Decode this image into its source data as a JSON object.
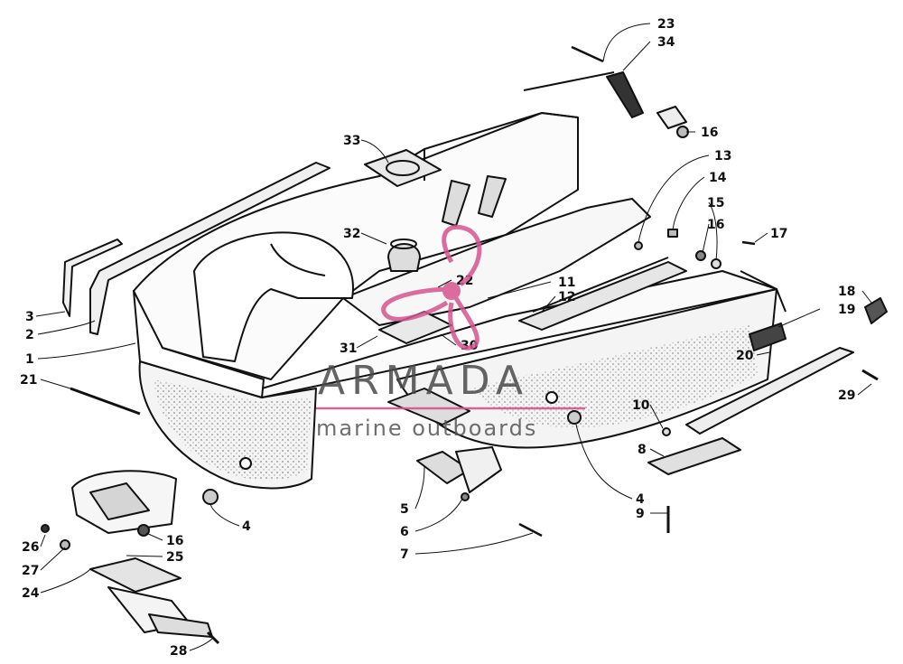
{
  "diagram": {
    "callouts": [
      {
        "id": "c23",
        "label": "23"
      },
      {
        "id": "c34",
        "label": "34"
      },
      {
        "id": "c16a",
        "label": "16"
      },
      {
        "id": "c33",
        "label": "33"
      },
      {
        "id": "c13",
        "label": "13"
      },
      {
        "id": "c14",
        "label": "14"
      },
      {
        "id": "c15",
        "label": "15"
      },
      {
        "id": "c16b",
        "label": "16"
      },
      {
        "id": "c17",
        "label": "17"
      },
      {
        "id": "c32",
        "label": "32"
      },
      {
        "id": "c22",
        "label": "22"
      },
      {
        "id": "c11",
        "label": "11"
      },
      {
        "id": "c12",
        "label": "12"
      },
      {
        "id": "c18",
        "label": "18"
      },
      {
        "id": "c19",
        "label": "19"
      },
      {
        "id": "c3",
        "label": "3"
      },
      {
        "id": "c2",
        "label": "2"
      },
      {
        "id": "c1",
        "label": "1"
      },
      {
        "id": "c31",
        "label": "31"
      },
      {
        "id": "c30",
        "label": "30"
      },
      {
        "id": "c20",
        "label": "20"
      },
      {
        "id": "c29",
        "label": "29"
      },
      {
        "id": "c21",
        "label": "21"
      },
      {
        "id": "c10",
        "label": "10"
      },
      {
        "id": "c8",
        "label": "8"
      },
      {
        "id": "c4a",
        "label": "4"
      },
      {
        "id": "c4b",
        "label": "4"
      },
      {
        "id": "c5",
        "label": "5"
      },
      {
        "id": "c6",
        "label": "6"
      },
      {
        "id": "c9",
        "label": "9"
      },
      {
        "id": "c16c",
        "label": "16"
      },
      {
        "id": "c25",
        "label": "25"
      },
      {
        "id": "c26",
        "label": "26"
      },
      {
        "id": "c27",
        "label": "27"
      },
      {
        "id": "c24",
        "label": "24"
      },
      {
        "id": "c7",
        "label": "7"
      },
      {
        "id": "c28",
        "label": "28"
      }
    ]
  },
  "watermark": {
    "title": "ARMADA",
    "subtitle": "marine outboards",
    "title_color": "#4a4a4a",
    "subtitle_color": "#555555",
    "logo_color": "#d6548f",
    "logo_icon": "propeller-logo-icon"
  }
}
